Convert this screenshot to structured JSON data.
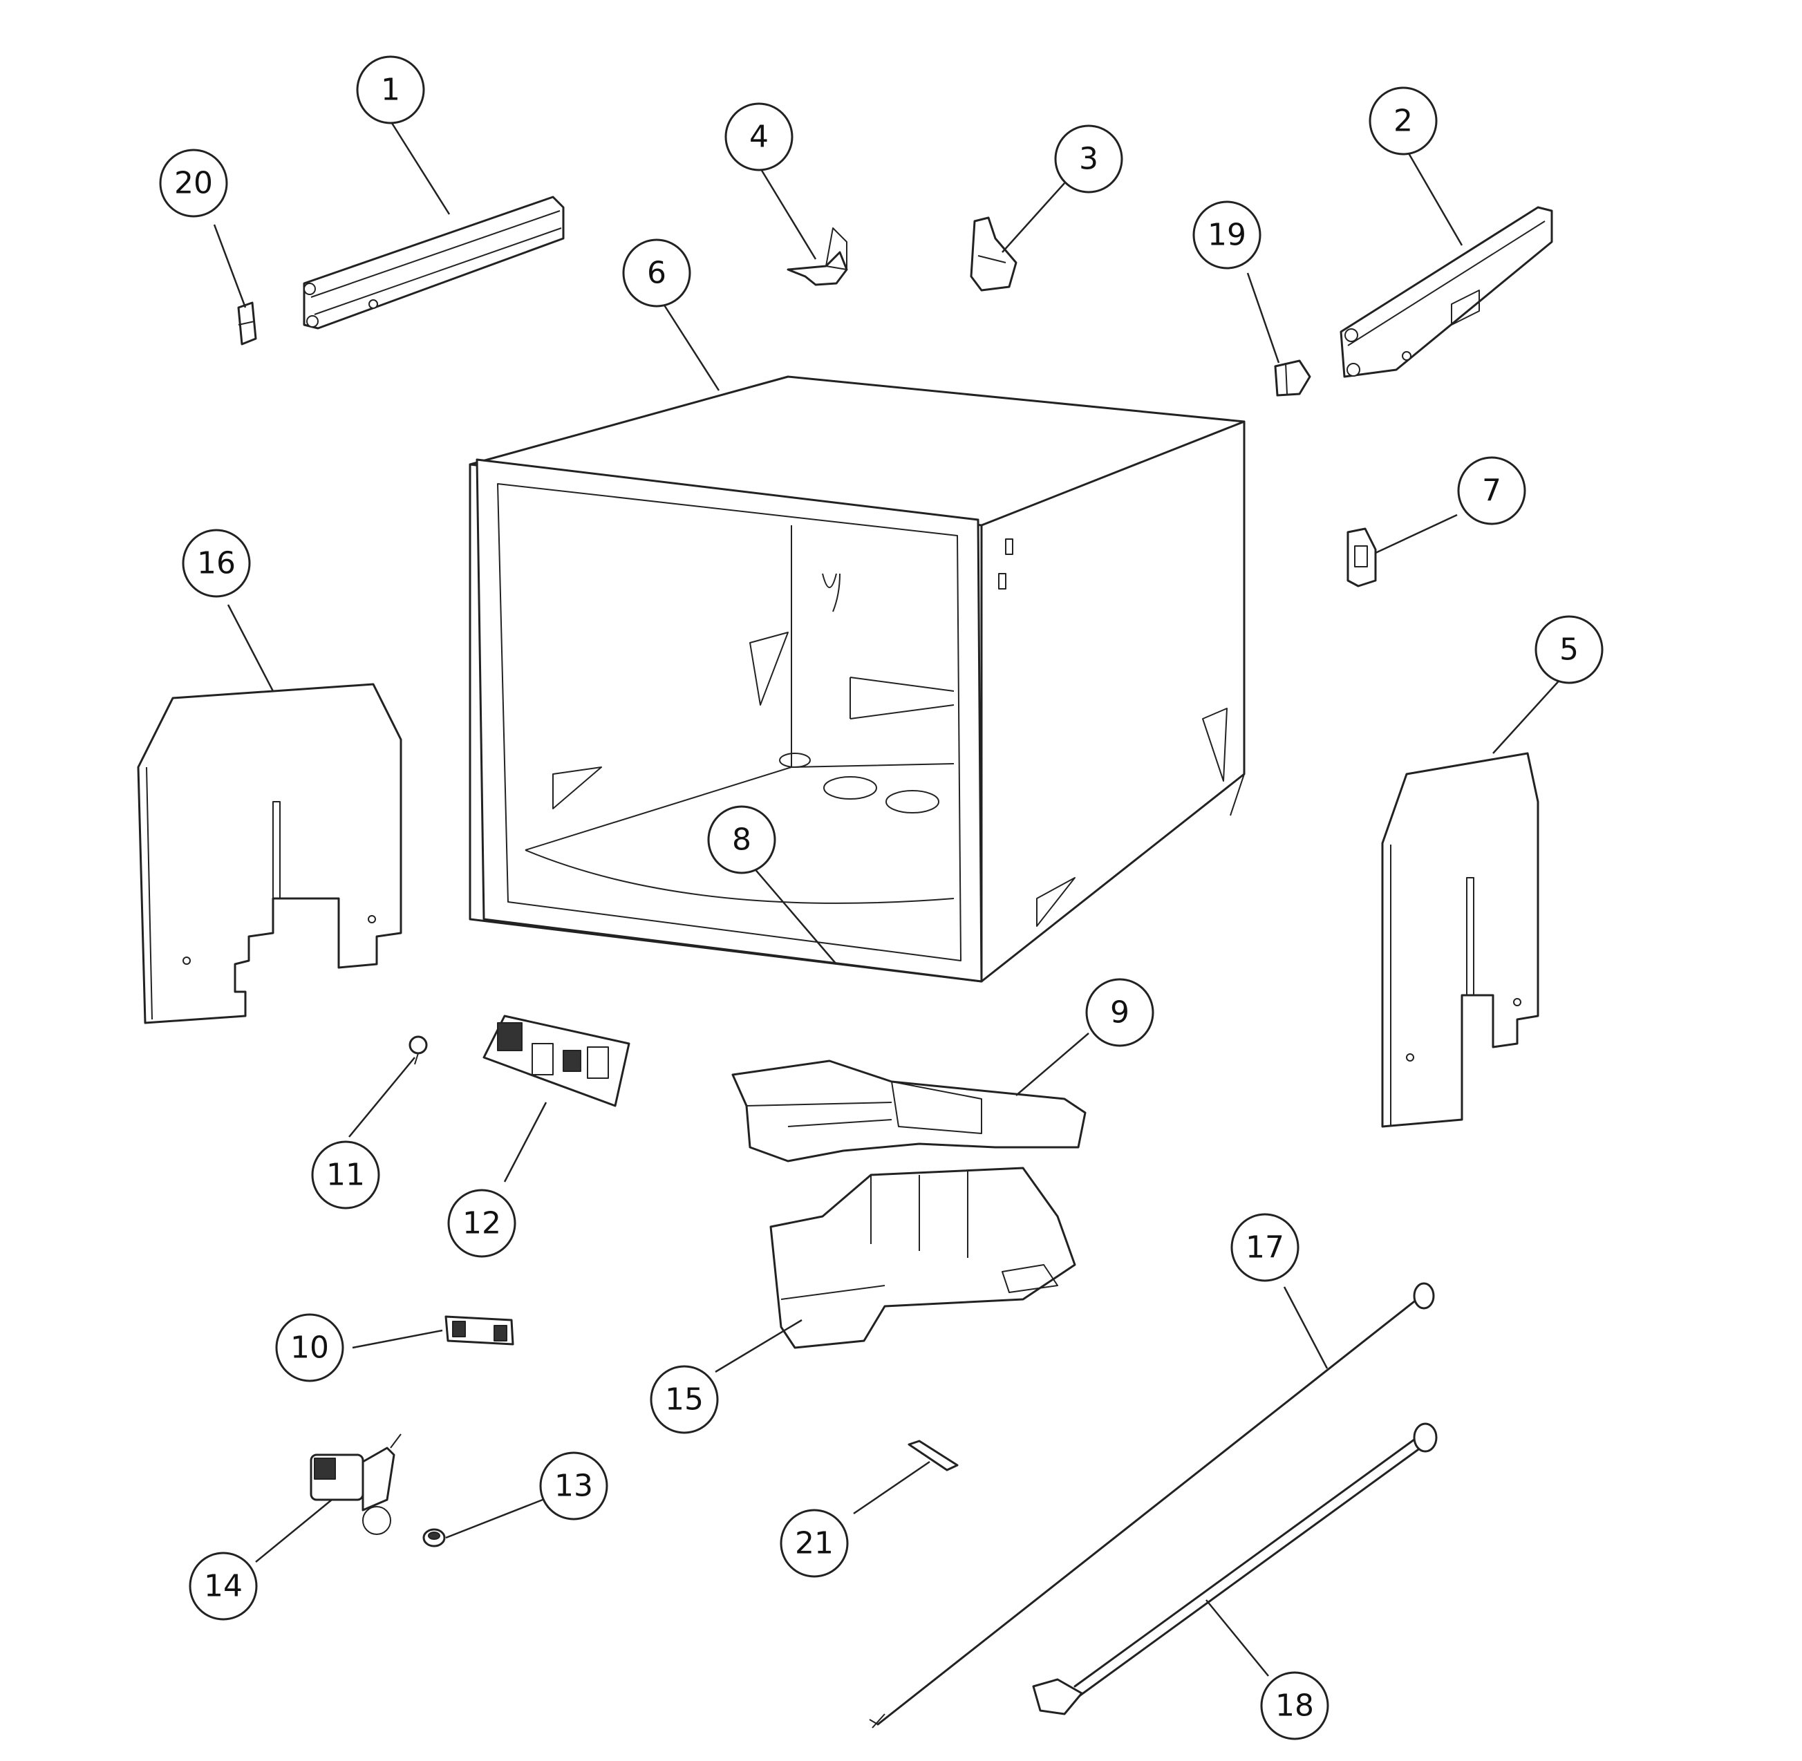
{
  "parts": [
    {
      "id": "p1",
      "number": "1"
    },
    {
      "id": "p2",
      "number": "2"
    },
    {
      "id": "p3",
      "number": "3"
    },
    {
      "id": "p4",
      "number": "4"
    },
    {
      "id": "p5",
      "number": "5"
    },
    {
      "id": "p6",
      "number": "6"
    },
    {
      "id": "p7",
      "number": "7"
    },
    {
      "id": "p8",
      "number": "8"
    },
    {
      "id": "p9",
      "number": "9"
    },
    {
      "id": "p10",
      "number": "10"
    },
    {
      "id": "p11",
      "number": "11"
    },
    {
      "id": "p12",
      "number": "12"
    },
    {
      "id": "p13",
      "number": "13"
    },
    {
      "id": "p14",
      "number": "14"
    },
    {
      "id": "p15",
      "number": "15"
    },
    {
      "id": "p16",
      "number": "16"
    },
    {
      "id": "p17",
      "number": "17"
    },
    {
      "id": "p18",
      "number": "18"
    },
    {
      "id": "p19",
      "number": "19"
    },
    {
      "id": "p20",
      "number": "20"
    },
    {
      "id": "p21",
      "number": "21"
    }
  ]
}
